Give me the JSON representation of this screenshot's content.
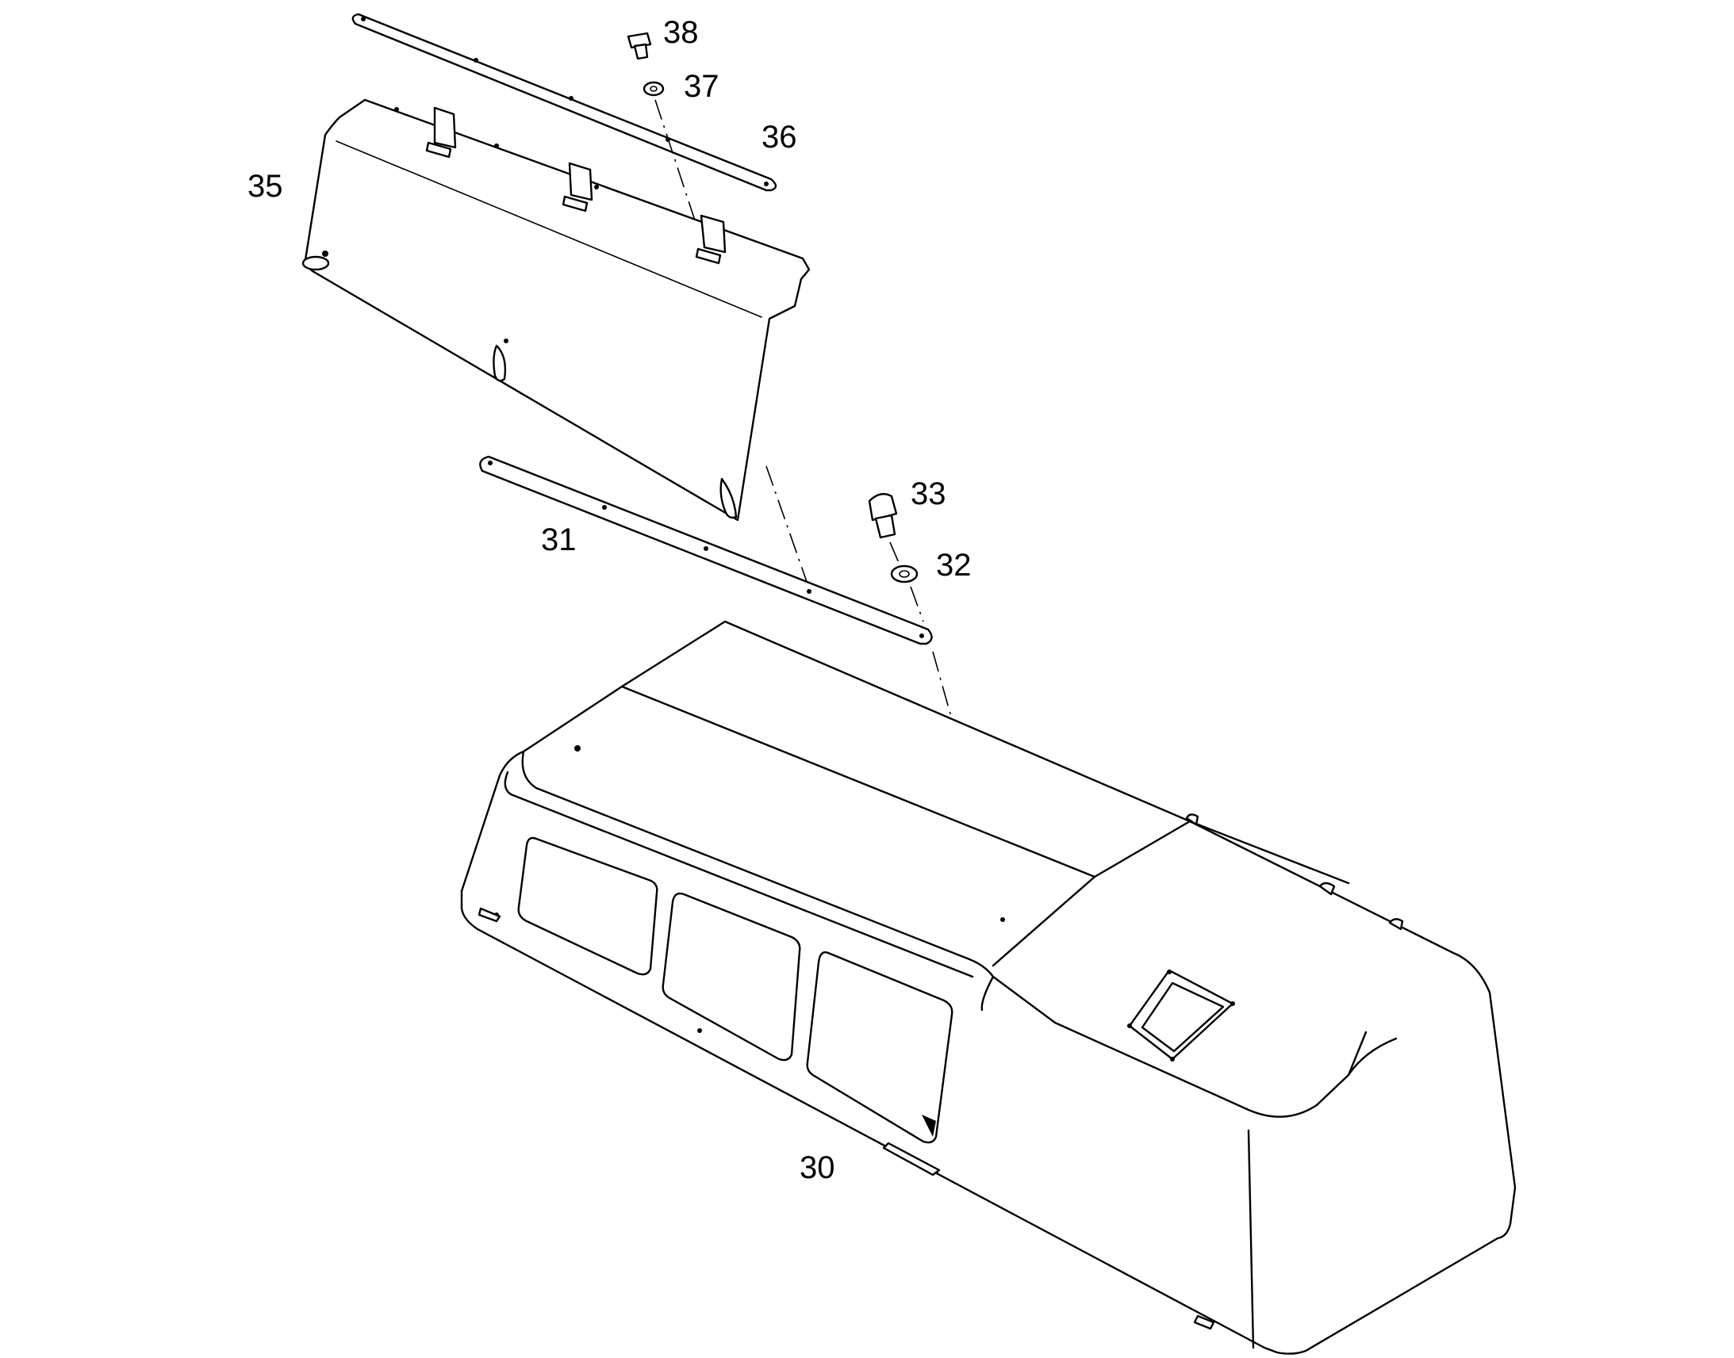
{
  "callouts": {
    "c30": "30",
    "c31": "31",
    "c32": "32",
    "c33": "33",
    "c35": "35",
    "c36": "36",
    "c37": "37",
    "c38": "38"
  },
  "colors": {
    "line": "#000000",
    "background": "#ffffff"
  }
}
